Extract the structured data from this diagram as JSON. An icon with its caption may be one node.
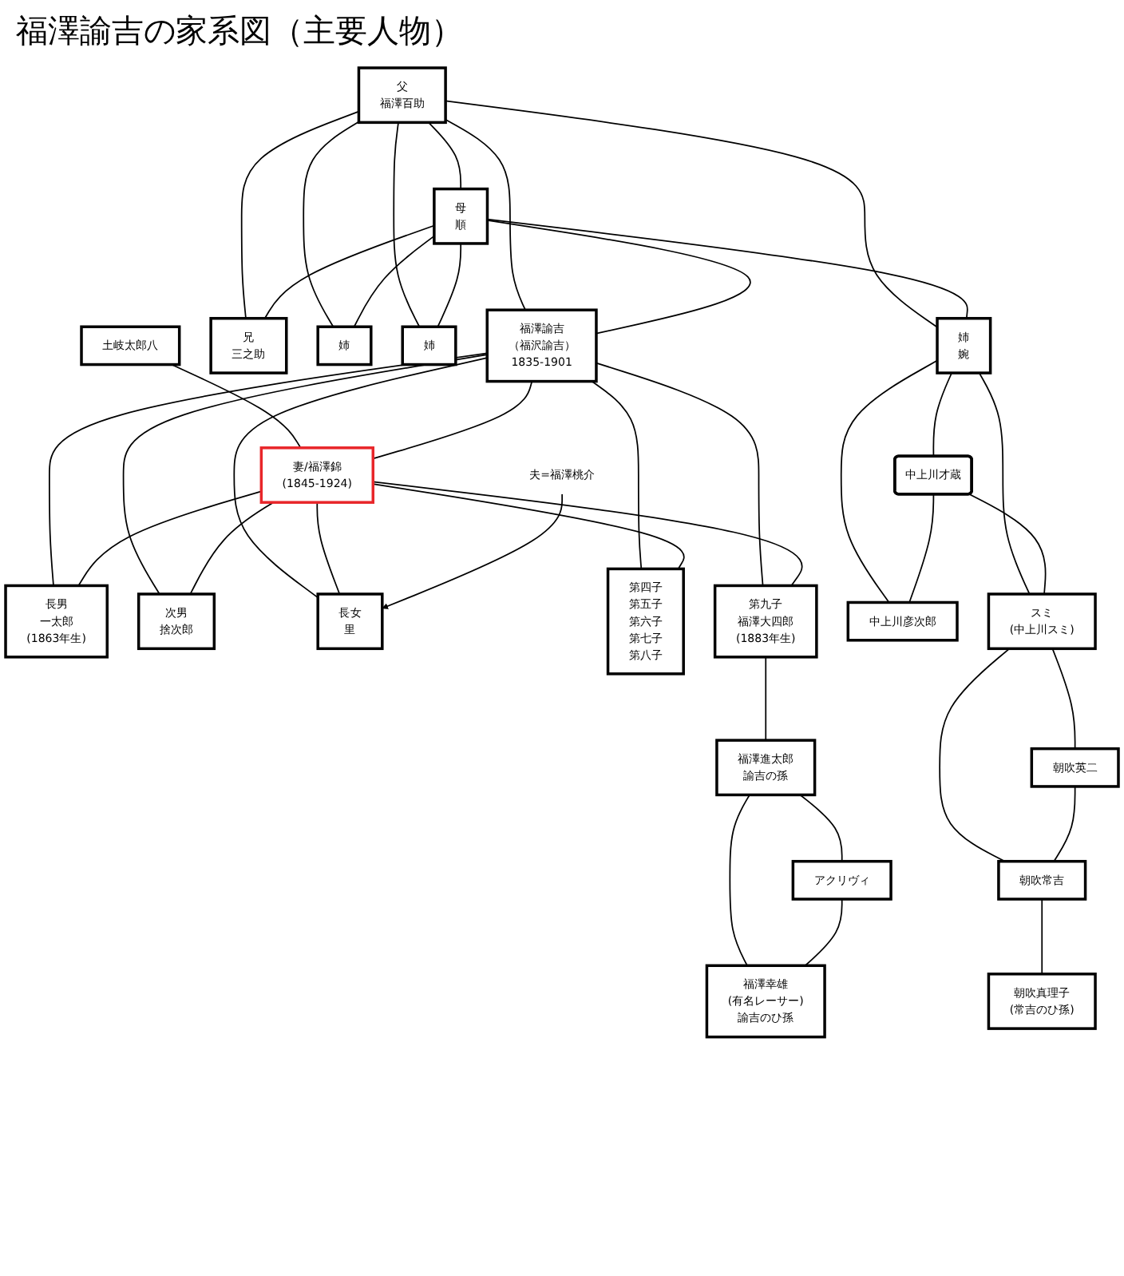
{
  "diagram": {
    "title": "福澤諭吉の家系図（主要人物）",
    "nodes": [
      {
        "text": [
          "父",
          "福澤百助"
        ]
      },
      {
        "text": [
          "母",
          "順"
        ]
      },
      {
        "text": [
          "土岐太郎八"
        ]
      },
      {
        "text": [
          "兄",
          "三之助"
        ]
      },
      {
        "text": [
          "姉"
        ]
      },
      {
        "text": [
          "姉"
        ]
      },
      {
        "text": [
          "福澤諭吉",
          "（福沢諭吉）",
          "1835-1901"
        ]
      },
      {
        "text": [
          "妻/福澤錦",
          "(1845-1924)"
        ]
      },
      {
        "text": [
          "姉",
          "婉"
        ]
      },
      {
        "text": [
          "中上川才蔵"
        ]
      },
      {
        "text": [
          "長男",
          "一太郎",
          "(1863年生)"
        ]
      },
      {
        "text": [
          "次男",
          "捨次郎"
        ]
      },
      {
        "text": [
          "長女",
          "里"
        ]
      },
      {
        "text": [
          "夫=福澤桃介"
        ]
      },
      {
        "text": [
          "第四子",
          "第五子",
          "第六子",
          "第七子",
          "第八子"
        ]
      },
      {
        "text": [
          "第九子",
          "福澤大四郎",
          "(1883年生)"
        ]
      },
      {
        "text": [
          "中上川彦次郎"
        ]
      },
      {
        "text": [
          "スミ",
          "(中上川スミ)"
        ]
      },
      {
        "text": [
          "朝吹英二"
        ]
      },
      {
        "text": [
          "福澤進太郎",
          "諭吉の孫"
        ]
      },
      {
        "text": [
          "アクリヴィ"
        ]
      },
      {
        "text": [
          "朝吹常吉"
        ]
      },
      {
        "text": [
          "福澤幸雄",
          "(有名レーサー)",
          "諭吉のひ孫"
        ]
      },
      {
        "text": [
          "朝吹真理子",
          "(常吉のひ孫)"
        ]
      }
    ],
    "edges": [
      {
        "from": 0,
        "to": 1,
        "arrow": "none"
      },
      {
        "from": 0,
        "to": 3,
        "arrow": "none"
      },
      {
        "from": 1,
        "to": 3,
        "arrow": "none"
      },
      {
        "from": 0,
        "to": 4,
        "arrow": "none"
      },
      {
        "from": 1,
        "to": 4,
        "arrow": "none"
      },
      {
        "from": 0,
        "to": 5,
        "arrow": "none"
      },
      {
        "from": 1,
        "to": 5,
        "arrow": "none"
      },
      {
        "from": 0,
        "to": 6,
        "arrow": "none"
      },
      {
        "from": 1,
        "to": 6,
        "arrow": "none"
      },
      {
        "from": 0,
        "to": 8,
        "arrow": "none"
      },
      {
        "from": 1,
        "to": 8,
        "arrow": "none"
      },
      {
        "from": 2,
        "to": 7,
        "arrow": "none"
      },
      {
        "from": 6,
        "to": 7,
        "arrow": "none"
      },
      {
        "from": 8,
        "to": 9,
        "arrow": "none"
      },
      {
        "from": 6,
        "to": 10,
        "arrow": "none"
      },
      {
        "from": 7,
        "to": 10,
        "arrow": "none"
      },
      {
        "from": 6,
        "to": 11,
        "arrow": "none"
      },
      {
        "from": 7,
        "to": 11,
        "arrow": "none"
      },
      {
        "from": 6,
        "to": 12,
        "arrow": "none"
      },
      {
        "from": 7,
        "to": 12,
        "arrow": "none"
      },
      {
        "from": 6,
        "to": 14,
        "arrow": "none"
      },
      {
        "from": 7,
        "to": 14,
        "arrow": "none"
      },
      {
        "from": 6,
        "to": 15,
        "arrow": "none"
      },
      {
        "from": 7,
        "to": 15,
        "arrow": "none"
      },
      {
        "from": 13,
        "to": 12,
        "arrow": "to"
      },
      {
        "from": 8,
        "to": 16,
        "arrow": "none"
      },
      {
        "from": 9,
        "to": 16,
        "arrow": "none"
      },
      {
        "from": 8,
        "to": 17,
        "arrow": "none"
      },
      {
        "from": 9,
        "to": 17,
        "arrow": "none"
      },
      {
        "from": 17,
        "to": 18,
        "arrow": "none"
      },
      {
        "from": 15,
        "to": 19,
        "arrow": "none"
      },
      {
        "from": 19,
        "to": 20,
        "arrow": "none"
      },
      {
        "from": 17,
        "to": 21,
        "arrow": "none"
      },
      {
        "from": 18,
        "to": 21,
        "arrow": "none"
      },
      {
        "from": 19,
        "to": 22,
        "arrow": "none"
      },
      {
        "from": 20,
        "to": 22,
        "arrow": "none"
      },
      {
        "from": 21,
        "to": 23,
        "arrow": "none"
      }
    ]
  }
}
